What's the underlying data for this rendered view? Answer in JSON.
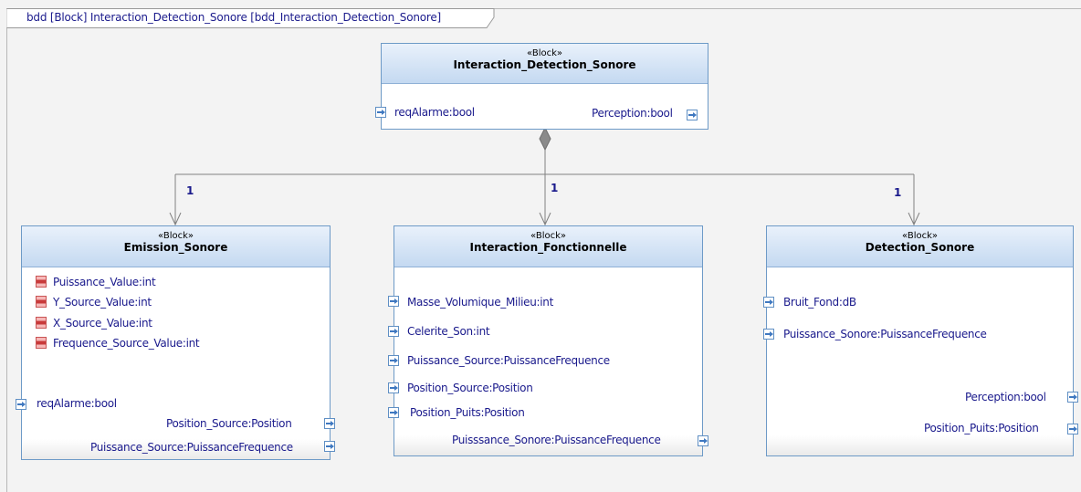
{
  "diagram": {
    "frame_label": "bdd [Block] Interaction_Detection_Sonore [bdd_Interaction_Detection_Sonore]",
    "colors": {
      "text": "#1a1a8c",
      "block_border": "#6d9ac7",
      "header_top": "#e9f1fb",
      "header_bottom": "#c4d9f1",
      "value_icon": "#c83a3a",
      "port_icon": "#3f78c0"
    },
    "top_block": {
      "stereotype": "«Block»",
      "name": "Interaction_Detection_Sonore",
      "ports": [
        "reqAlarme:bool",
        "Perception:bool"
      ]
    },
    "multiplicities": [
      "1",
      "1",
      "1"
    ],
    "emission": {
      "stereotype": "«Block»",
      "name": "Emission_Sonore",
      "values": [
        "Puissance_Value:int",
        "Y_Source_Value:int",
        "X_Source_Value:int",
        "Frequence_Source_Value:int"
      ],
      "ports": [
        "reqAlarme:bool",
        "Position_Source:Position",
        "Puissance_Source:PuissanceFrequence"
      ]
    },
    "interaction": {
      "stereotype": "«Block»",
      "name": "Interaction_Fonctionnelle",
      "ports": [
        "Masse_Volumique_Milieu:int",
        "Celerite_Son:int",
        "Puissance_Source:PuissanceFrequence",
        "Position_Source:Position",
        "Position_Puits:Position",
        "Puisssance_Sonore:PuissanceFrequence"
      ]
    },
    "detection": {
      "stereotype": "«Block»",
      "name": "Detection_Sonore",
      "ports": [
        "Bruit_Fond:dB",
        "Puissance_Sonore:PuissanceFrequence",
        "Perception:bool",
        "Position_Puits:Position"
      ]
    }
  }
}
